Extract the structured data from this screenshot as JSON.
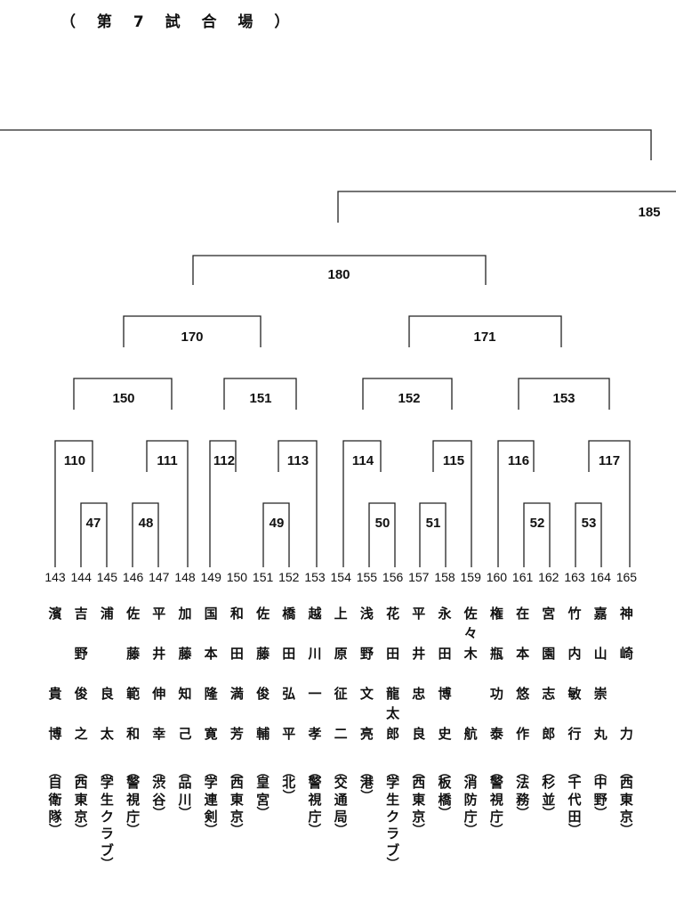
{
  "title": "（ 第 7 試 合 場 ）",
  "matches": [
    {
      "num": "185"
    },
    {
      "num": "180"
    },
    {
      "num": "170"
    },
    {
      "num": "171"
    },
    {
      "num": "150"
    },
    {
      "num": "151"
    },
    {
      "num": "152"
    },
    {
      "num": "153"
    },
    {
      "num": "110"
    },
    {
      "num": "111"
    },
    {
      "num": "112"
    },
    {
      "num": "113"
    },
    {
      "num": "114"
    },
    {
      "num": "115"
    },
    {
      "num": "116"
    },
    {
      "num": "117"
    },
    {
      "num": "47"
    },
    {
      "num": "48"
    },
    {
      "num": "49"
    },
    {
      "num": "50"
    },
    {
      "num": "51"
    },
    {
      "num": "52"
    },
    {
      "num": "53"
    }
  ],
  "entries": [
    {
      "num": "143",
      "surname": "濱",
      "given": "貴博",
      "affiliation": "自衛隊"
    },
    {
      "num": "144",
      "surname": "吉野",
      "given": "俊之",
      "affiliation": "西東京"
    },
    {
      "num": "145",
      "surname": "浦",
      "given": "良太",
      "affiliation": "学生クラブ"
    },
    {
      "num": "146",
      "surname": "佐藤",
      "given": "範和",
      "affiliation": "警視庁"
    },
    {
      "num": "147",
      "surname": "平井",
      "given": "伸幸",
      "affiliation": "渋谷"
    },
    {
      "num": "148",
      "surname": "加藤",
      "given": "知己",
      "affiliation": "品川"
    },
    {
      "num": "149",
      "surname": "国本",
      "given": "隆寛",
      "affiliation": "学連剣"
    },
    {
      "num": "150",
      "surname": "和田",
      "given": "満芳",
      "affiliation": "西東京"
    },
    {
      "num": "151",
      "surname": "佐藤",
      "given": "俊輔",
      "affiliation": "皇宮"
    },
    {
      "num": "152",
      "surname": "橋田",
      "given": "弘平",
      "affiliation": "北"
    },
    {
      "num": "153",
      "surname": "越川",
      "given": "一孝",
      "affiliation": "警視庁"
    },
    {
      "num": "154",
      "surname": "上原",
      "given": "征二",
      "affiliation": "交通局"
    },
    {
      "num": "155",
      "surname": "浅野",
      "given": "文亮",
      "affiliation": "港"
    },
    {
      "num": "156",
      "surname": "花田",
      "given": "龍太郎",
      "affiliation": "学生クラブ"
    },
    {
      "num": "157",
      "surname": "平井",
      "given": "忠良",
      "affiliation": "西東京"
    },
    {
      "num": "158",
      "surname": "永田",
      "given": "博史",
      "affiliation": "板橋"
    },
    {
      "num": "159",
      "surname": "佐々木",
      "given": "航",
      "affiliation": "消防庁"
    },
    {
      "num": "160",
      "surname": "権瓶",
      "given": "功泰",
      "affiliation": "警視庁"
    },
    {
      "num": "161",
      "surname": "在本",
      "given": "悠作",
      "affiliation": "法務"
    },
    {
      "num": "162",
      "surname": "宮園",
      "given": "志郎",
      "affiliation": "杉並"
    },
    {
      "num": "163",
      "surname": "竹内",
      "given": "敏行",
      "affiliation": "千代田"
    },
    {
      "num": "164",
      "surname": "嘉山",
      "given": "崇丸",
      "affiliation": "中野"
    },
    {
      "num": "165",
      "surname": "神崎",
      "given": "力",
      "affiliation": "西東京"
    }
  ]
}
